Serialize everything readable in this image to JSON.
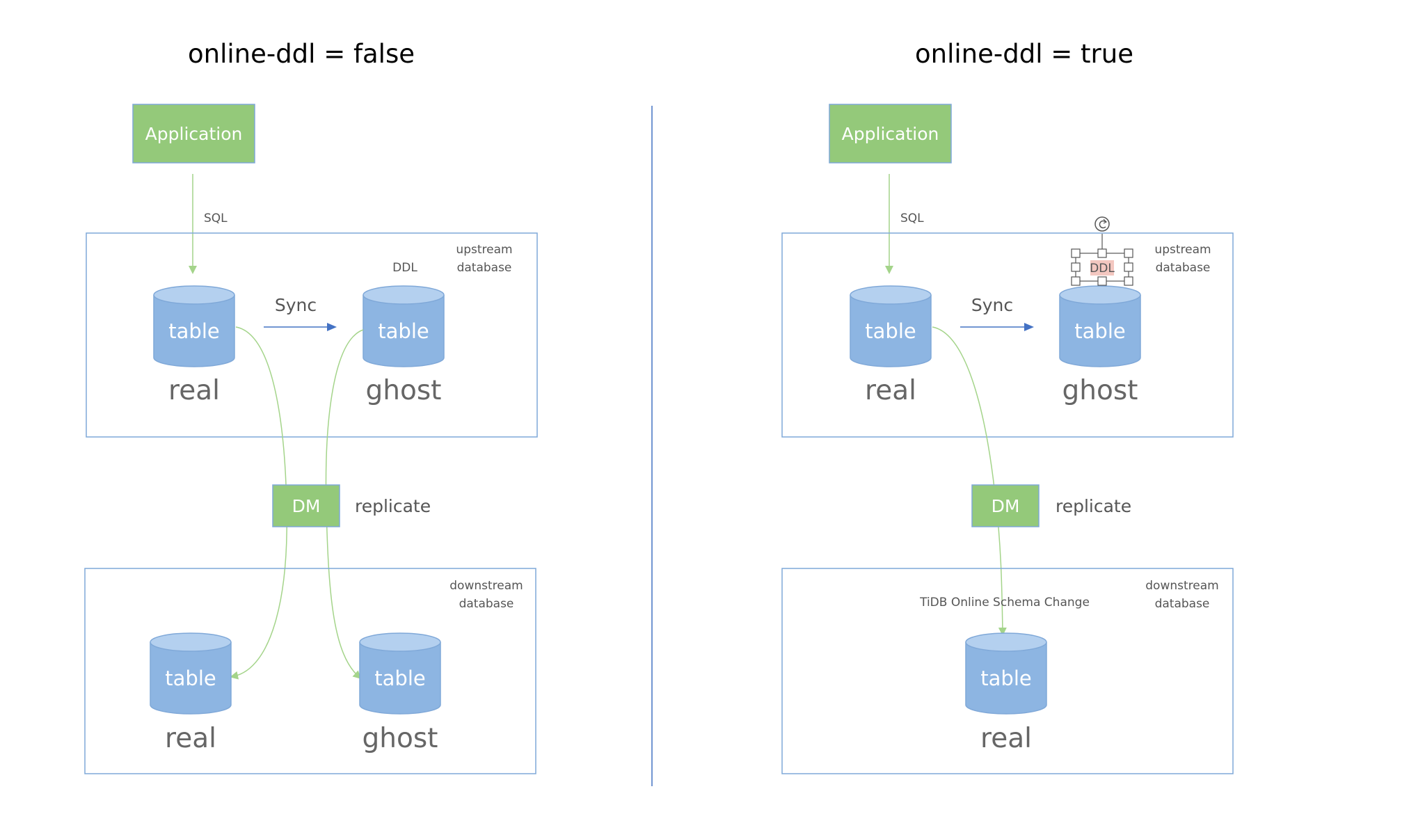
{
  "colors": {
    "box_border": "#7FA8D8",
    "green_fill": "#94C97A",
    "green_line": "#A4D48A",
    "cylinder_body": "#8DB5E2",
    "cylinder_top": "#B4D0EF",
    "arrow_blue": "#4472C4",
    "divider": "#4472C4",
    "ddl_highlight": "#F3C7C0"
  },
  "left": {
    "title": "online-ddl = false",
    "application": "Application",
    "sql_label": "SQL",
    "upstream_label_line1": "upstream",
    "upstream_label_line2": "database",
    "ddl_label": "DDL",
    "sync_label": "Sync",
    "up_real_table": "table",
    "up_real_name": "real",
    "up_ghost_table": "table",
    "up_ghost_name": "ghost",
    "dm": "DM",
    "replicate": "replicate",
    "downstream_label_line1": "downstream",
    "downstream_label_line2": "database",
    "down_real_table": "table",
    "down_real_name": "real",
    "down_ghost_table": "table",
    "down_ghost_name": "ghost"
  },
  "right": {
    "title": "online-ddl = true",
    "application": "Application",
    "sql_label": "SQL",
    "upstream_label_line1": "upstream",
    "upstream_label_line2": "database",
    "ddl_label": "DDL",
    "sync_label": "Sync",
    "up_real_table": "table",
    "up_real_name": "real",
    "up_ghost_table": "table",
    "up_ghost_name": "ghost",
    "dm": "DM",
    "replicate": "replicate",
    "downstream_label_line1": "downstream",
    "downstream_label_line2": "database",
    "schema_change": "TiDB Online Schema Change",
    "down_real_table": "table",
    "down_real_name": "real"
  }
}
